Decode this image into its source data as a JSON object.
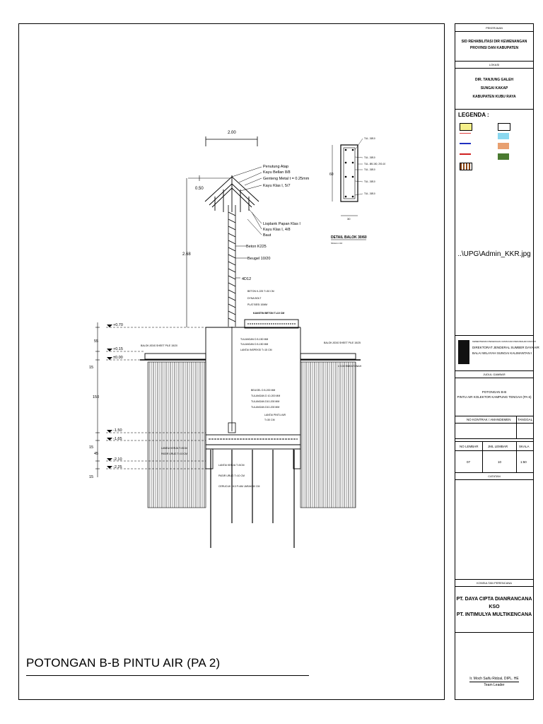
{
  "drawing": {
    "title": "POTONGAN B-B PINTU AIR (PA 2)",
    "dim_top": "2.00",
    "dim_050": "0.50",
    "dim_268": "2.68",
    "roof_labels": [
      "Penutung Atap",
      "Kayu Bellan 8/8",
      "Genteng Metal t = 0.25mm",
      "Kayu Klas I, 5/7"
    ],
    "mid_labels": [
      "Lisplank Papan Klas I",
      "Kayu Klas I, 4/8",
      "Baut"
    ],
    "beton_label": "Beton K225",
    "beugel_label": "Beugel 10/20",
    "rod_label": "4D12",
    "inspect_labels": [
      "BETON K-225 T=30 CM",
      "DYNA BOLT",
      "PLAT BESI 10MM"
    ],
    "kanstin": "KANSTIN BETON T=10 CM",
    "tulangan_top": [
      "TULANGAN D 8-150 MM",
      "TULANGAN D 8-150 MM",
      "LANTAI INSPEKSI T=15 CM"
    ],
    "balok_left": "BALOK ATAS SHEET PILE 15/20",
    "balok_right": "BALOK ATAS SHEET PILE 15/25",
    "muka_tanah": "± 0.00 MUKA TANAH",
    "tulangan_mid": [
      "BEUGEL D 8-200 MM",
      "TULANGAN D 10-200 MM",
      "TULANGAN D10-200 MM",
      "TULANGAN D10-200 MM",
      "LANTAI PINTU AIR",
      "T=30 CM"
    ],
    "base_labels": [
      "LANTAI KERJA T=5CM",
      "PASIR URUG T=10 CM",
      "CERUCUK D10 P=6M JARAK 50 CM"
    ],
    "side_small": [
      "LANTAI KERJA T=5CM",
      "PASIR URUG T=10 CM"
    ],
    "levels": [
      "+0.70",
      "+0.15",
      "±0.00",
      "-1.50",
      "-1.65",
      "-2.10",
      "-2.25"
    ],
    "left_dims": [
      "55",
      "15",
      "150",
      "15",
      "45",
      "15"
    ],
    "detail_title": "DETAIL BALOK 30/60",
    "detail_scale": "SKALA 1:10",
    "detail_dims": [
      "60",
      "30"
    ],
    "detail_labels": [
      "TUL. 2Ø10",
      "TUL. 2Ø10",
      "TUL. Ø8-150, 200-10",
      "TUL. 2Ø10",
      "TUL. 2Ø10",
      "TUL. 2Ø10"
    ]
  },
  "title_block": {
    "pekerjaan_label": "PEKERJAAN",
    "pekerjaan": [
      "SID REHABILITASI DIR KEWENANGAN",
      "PROVINSI DAN KABUPATEN"
    ],
    "lokasi_label": "LOKASI",
    "lokasi": [
      "DIR. TANJUNG GALEH",
      "SUNGAI KAKAP",
      "KABUPATEN KUBU RAYA"
    ],
    "legenda_label": "LEGENDA :",
    "image_ref": "..\\UPG\\Admin_KKR.jpg",
    "kementerian": "KEMENTERIAN PEKERJAAN UMUM DAN PERUMAHAN RAKYAT",
    "direktorat": "DIREKTORAT JENDERAL SUMBER DAYA AIR",
    "balai": "BALAI WILAYAH SUNGAI KALIMANTAN I",
    "judul_label": "JUDUL GAMBAR",
    "judul": [
      "POTONGAN B-B",
      "PINTU AIR KOLEKTOR KAMPUNG TENGAH (PA 6)"
    ],
    "no_kontrak": "NO KONTRAK / AMANDEMEN",
    "tanggal": "TANGGAL",
    "no_lembar": "NO LEMBAR",
    "jml_lembar": "JML LEMBAR",
    "skala": "SKALA",
    "no_lembar_val": "07",
    "jml_lembar_val": "10",
    "skala_val": "1:50",
    "catatan": "CATATAN",
    "konsultan_label": "KONSULTAN PERENCANA",
    "konsultan": [
      "PT. DAYA CIPTA DIANRANCANA",
      "KSO",
      "PT. INTIMULYA MULTIKENCANA"
    ],
    "person": "Ir. Moch Saifu Ridzal, DIPL. HE",
    "role": "Team Leader"
  },
  "colors": {
    "line": "#000000",
    "legend_yellow": "#f5f08a",
    "legend_orange": "#e8a070",
    "legend_green": "#4a7a30",
    "legend_cyan": "#8ad8f0",
    "legend_blue": "#2030c0"
  }
}
